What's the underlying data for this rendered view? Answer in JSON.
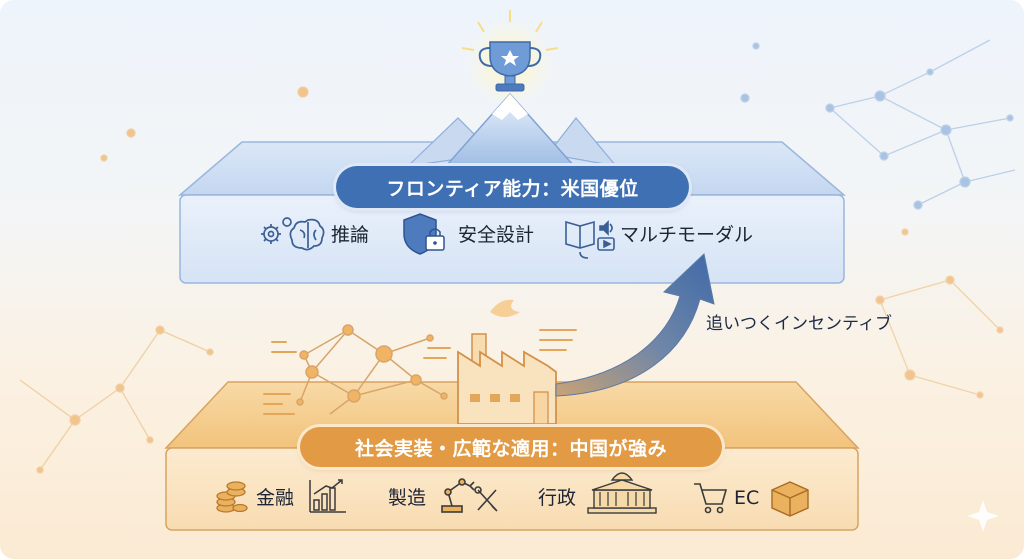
{
  "frontier": {
    "title": "フロンティア能力：米国優位",
    "items": [
      {
        "label": "推論",
        "icon": "gear-brain-icon"
      },
      {
        "label": "安全設計",
        "icon": "shield-lock-icon"
      },
      {
        "label": "マルチモーダル",
        "icon": "book-sound-video-icon"
      }
    ]
  },
  "arrow": {
    "label": "追いつくインセンティブ"
  },
  "deployment": {
    "title": "社会実装・広範な適用：中国が強み",
    "items": [
      {
        "label": "金融",
        "icon": "coins-chart-icon"
      },
      {
        "label": "製造",
        "icon": "robot-arm-tools-icon"
      },
      {
        "label": "行政",
        "icon": "government-building-icon"
      },
      {
        "label": "EC",
        "icon": "cart-box-icon"
      }
    ]
  },
  "colors": {
    "frontier_accent": "#3f70b4",
    "deployment_accent": "#e29a45"
  }
}
